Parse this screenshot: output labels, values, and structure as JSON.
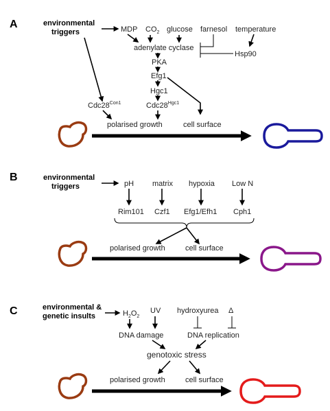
{
  "panels": [
    {
      "letter": "A",
      "trigger_line1": "environmental",
      "trigger_line2": "triggers",
      "signals": [
        "MDP",
        "CO",
        "glucose",
        "farnesol",
        "temperature"
      ],
      "co2_subscript": "2",
      "adenylate_cyclase": "adenylate cyclase",
      "hsp90": "Hsp90",
      "pka": "PKA",
      "efg1": "Efg1",
      "hgc1": "Hgc1",
      "cdc28_con1": "Cdc28",
      "con1_sup": "Con1",
      "cdc28_hgc1": "Cdc28",
      "hgc1_sup": "Hgc1",
      "growth": "polarised growth",
      "surface": "cell surface",
      "hypha_color": "#1a1a9c"
    },
    {
      "letter": "B",
      "trigger_line1": "environmental",
      "trigger_line2": "triggers",
      "signals": [
        "pH",
        "matrix",
        "hypoxia",
        "Low N"
      ],
      "regulators": [
        "Rim101",
        "Czf1",
        "Efg1/Efh1",
        "Cph1"
      ],
      "growth": "polarised growth",
      "surface": "cell surface",
      "hypha_color": "#8a178a"
    },
    {
      "letter": "C",
      "trigger_line1": "environmental &",
      "trigger_line2": "genetic insults",
      "h2o2": "H",
      "h2o2_sub1": "2",
      "h2o2_o": "O",
      "h2o2_sub2": "2",
      "uv": "UV",
      "hydroxyurea": "hydroxyurea",
      "delta": "Δ",
      "dna_damage": "DNA damage",
      "dna_replication": "DNA replication",
      "genotoxic": "genotoxic stress",
      "growth": "polarised growth",
      "surface": "cell surface",
      "hypha_color": "#e41b1b"
    }
  ],
  "yeast_color": "#9a3b12"
}
